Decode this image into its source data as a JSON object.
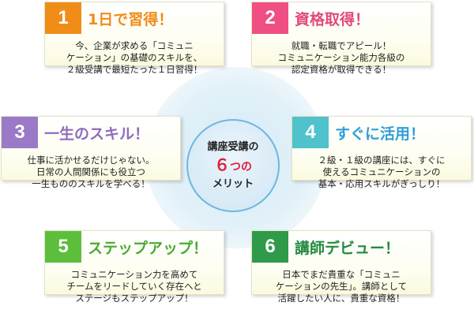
{
  "center": {
    "line1": "講座受講の",
    "count": "６",
    "count_suffix": "つの",
    "line3": "メリット"
  },
  "merits": [
    {
      "number": "1",
      "title": "1日で習得！",
      "color": "#f08c18",
      "title_color": "#f08c18",
      "text": "今、企業が求める「コミュニ\nケーション」の基礎のスキルを、\n２級受講で最短たった１日習得！"
    },
    {
      "number": "2",
      "title": "資格取得！",
      "color": "#ef4f82",
      "title_color": "#e04a7c",
      "text": "就職・転職でアピール！\nコミュニケーション能力各級の\n認定資格が取得できる！"
    },
    {
      "number": "3",
      "title": "一生のスキル！",
      "color": "#9a7ac8",
      "title_color": "#8f6cc0",
      "text": "仕事に活かせるだけじゃない。\n日常の人間関係にも役立つ\n一生もののスキルを学べる！"
    },
    {
      "number": "4",
      "title": "すぐに活用！",
      "color": "#4fc2cc",
      "title_color": "#2f9fd8",
      "text": "２級・１級の講座には、すぐに\n使えるコミュニケーションの\n基本・応用スキルがぎっしり！"
    },
    {
      "number": "5",
      "title": "ステップアップ！",
      "color": "#5bbf3c",
      "title_color": "#4aaa2e",
      "text": "コミュニケーション力を高めて\nチームをリードしていく存在へと\nステージもステップアップ！"
    },
    {
      "number": "6",
      "title": "講師デビュー！",
      "color": "#2e9a4a",
      "title_color": "#248a3e",
      "text": "日本でまだ貴重な「コミュニ\nケーションの先生」。講師として\n活躍したい人に、貴重な資格！"
    }
  ]
}
